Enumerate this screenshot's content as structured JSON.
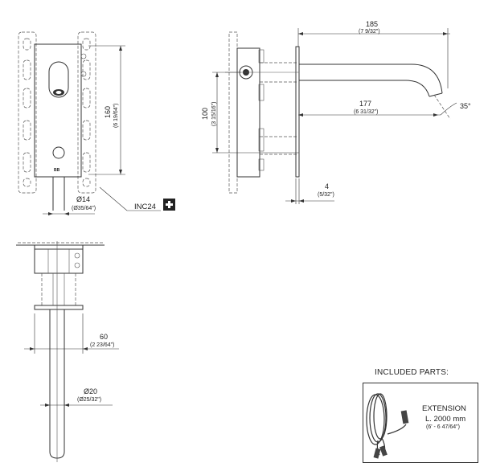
{
  "front_view": {
    "height_dim": {
      "value": "160",
      "inch": "(6 19/64\")"
    },
    "diameter_dim": {
      "value": "Ø14",
      "inch": "(Ø35/64\")"
    },
    "brand_mark": "BB",
    "kit_code": "INC24",
    "plus_icon": "plus-icon"
  },
  "side_view": {
    "reach_dim": {
      "value": "185",
      "inch": "(7 9/32\")"
    },
    "spout_dim": {
      "value": "177",
      "inch": "(6 31/32\")"
    },
    "angle_dim": {
      "value": "35°"
    },
    "height_dim": {
      "value": "100",
      "inch": "(3 15/16\")"
    },
    "plate_dim": {
      "value": "4",
      "inch": "(5/32\")"
    }
  },
  "top_view": {
    "length_dim": {
      "value": "60",
      "inch": "(2 23/64\")"
    },
    "diameter_dim": {
      "value": "Ø20",
      "inch": "(Ø25/32\")"
    }
  },
  "included_parts": {
    "title": "INCLUDED PARTS:",
    "item_name": "EXTENSION",
    "item_length": "L. 2000 mm",
    "item_length_inch": "(6' - 6 47/64\")"
  }
}
